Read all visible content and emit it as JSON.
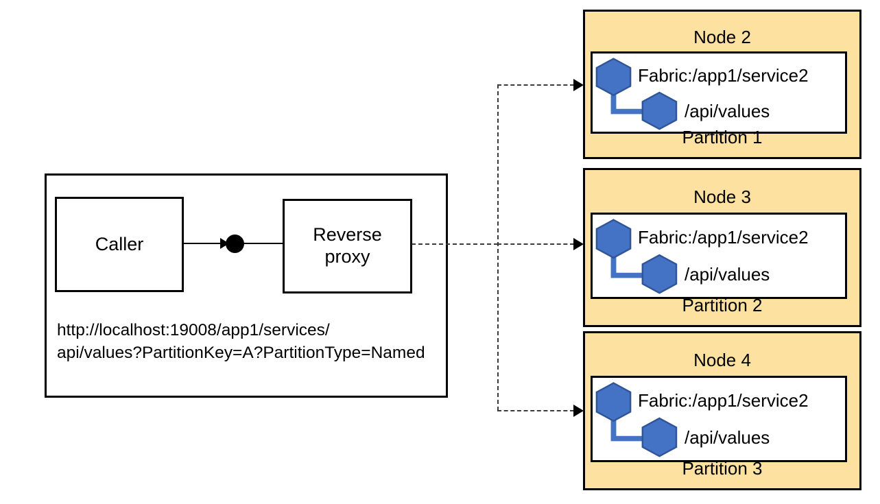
{
  "diagram": {
    "title": "Service Fabric reverse proxy named-partition routing",
    "colors": {
      "node_fill": "#fce1a0",
      "hexagon_fill": "#4472c4",
      "hexagon_stroke": "#2f5597",
      "stroke": "#000000",
      "dashed_stroke": "#3a3a3a"
    }
  },
  "caller_panel": {
    "caller_label": "Caller",
    "proxy_label": "Reverse\nproxy",
    "url_line1": "http://localhost:19008/app1/services/",
    "url_line2": "api/values?PartitionKey=A?PartitionType=Named"
  },
  "nodes": [
    {
      "node_label": "Node 2",
      "partition_label": "Partition 1",
      "service_name": "Fabric:/app1/service2",
      "endpoint": "/api/values"
    },
    {
      "node_label": "Node 3",
      "partition_label": "Partition 2",
      "service_name": "Fabric:/app1/service2",
      "endpoint": "/api/values"
    },
    {
      "node_label": "Node 4",
      "partition_label": "Partition 3",
      "service_name": "Fabric:/app1/service2",
      "endpoint": "/api/values"
    }
  ]
}
